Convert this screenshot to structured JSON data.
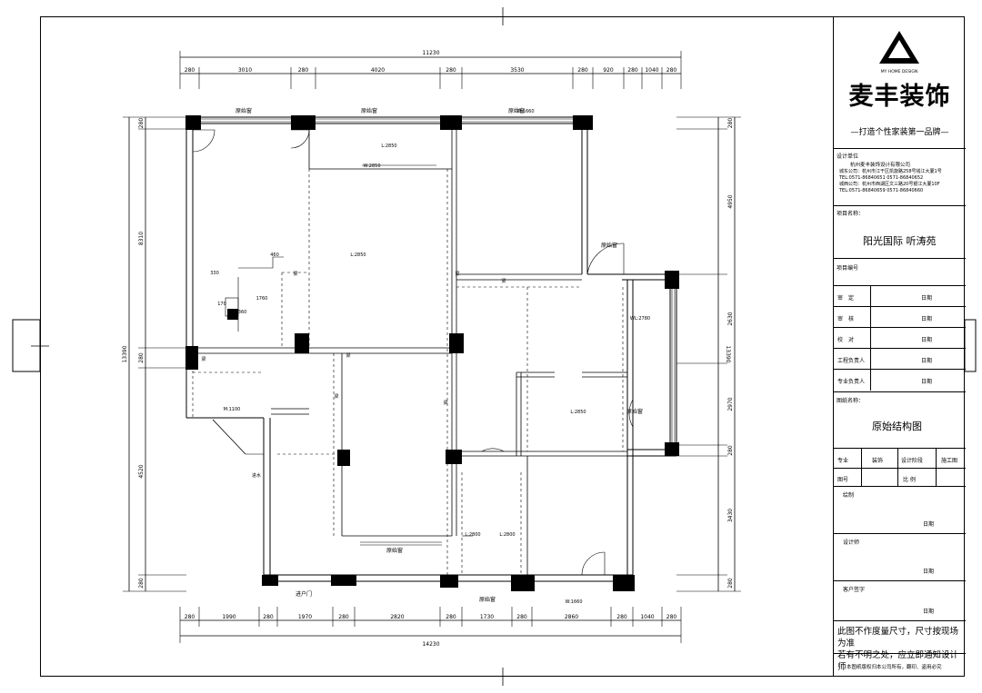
{
  "brand": {
    "logo_text": "MY HOME DESIGN",
    "name": "麦丰装饰",
    "slogan": "—打造个性家装第一品牌—"
  },
  "company": {
    "label": "设计单位",
    "name": "杭州麦丰装饰设计有限公司",
    "lines": [
      "城东公司：杭州市江干区凯旋路258号钱江大厦1号",
      "TEL:0571-86840651 0571-86840652",
      "城西公司：杭州市西湖区文三路20号银江大厦10F",
      "TEL:0571-86840659 0571-86840660"
    ]
  },
  "project": {
    "label": "项目名称：",
    "value": "阳光国际 听涛苑"
  },
  "project_no": {
    "label": "项目编号"
  },
  "approvals": [
    {
      "label": "审　定",
      "date": "日期"
    },
    {
      "label": "审　核",
      "date": "日期"
    },
    {
      "label": "校　对",
      "date": "日期"
    },
    {
      "label": "工程负责人",
      "date": "日期"
    },
    {
      "label": "专业负责人",
      "date": "日期"
    }
  ],
  "drawing": {
    "label": "图纸名称：",
    "value": "原始结构图"
  },
  "meta": {
    "specialty_label": "专业",
    "specialty_value": "装饰",
    "stage_label": "设计阶段",
    "stage_value": "施工图",
    "no_label": "图号",
    "scale_label": "比 例"
  },
  "signatures": [
    {
      "label": "绘制",
      "date": "日期"
    },
    {
      "label": "设计师",
      "date": "日期"
    },
    {
      "label": "客户签字",
      "date": "日期"
    }
  ],
  "notice": [
    "此图不作度量尺寸，尺寸按现场为准",
    "若有不明之处，应立即通知设计师"
  ],
  "footer": "本图纸版权归本公司所有，翻印、盗用必究",
  "plan": {
    "total_width_top": "11230",
    "total_width_bottom": "14230",
    "height_left": "13390",
    "height_right": "13390",
    "top_dims": [
      "280",
      "3010",
      "280",
      "4020",
      "280",
      "3530",
      "280",
      "920",
      "280",
      "1040",
      "280"
    ],
    "bottom_dims": [
      "280",
      "1990",
      "280",
      "1970",
      "280",
      "2820",
      "280",
      "1730",
      "280",
      "2860",
      "280",
      "1040",
      "280"
    ],
    "left_dims": [
      "280",
      "8310",
      "280",
      "4520",
      "280"
    ],
    "right_dims": [
      "280",
      "4950",
      "2630",
      "2970",
      "280",
      "3430",
      "280"
    ],
    "room_labels": [
      "原始窗",
      "原始窗",
      "原始窗",
      "原始窗",
      "原始窗",
      "原始窗",
      "原始窗",
      "进户门",
      "原始门",
      "原始门"
    ],
    "notes": [
      "L:2850",
      "L:2850",
      "L:2850",
      "WL:2780",
      "L:2800",
      "L:2800",
      "进水",
      "330",
      "1760",
      "1360",
      "170",
      "460",
      "M:1100",
      "W:1660",
      "W:2850",
      "W:1660"
    ],
    "ceilings": [
      "梁",
      "梁",
      "梁",
      "梁",
      "梁",
      "梁",
      "梁"
    ]
  }
}
